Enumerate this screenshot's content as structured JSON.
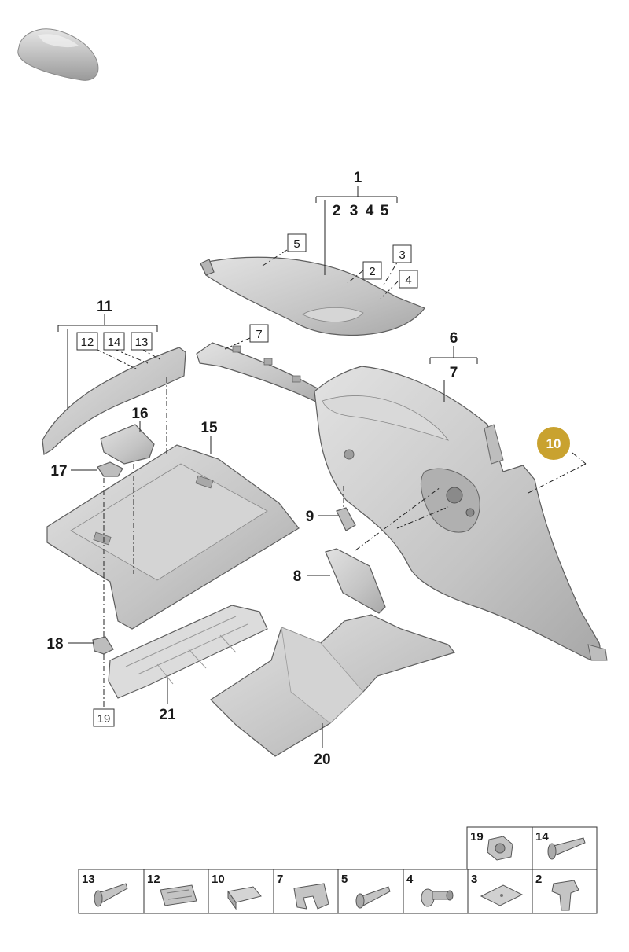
{
  "callouts": {
    "p1": "1",
    "p1_sub": [
      "2",
      "3",
      "4",
      "5"
    ],
    "p6": "6",
    "p6_sub": "7",
    "p11": "11",
    "p15": "15",
    "p16": "16",
    "p17": "17",
    "p18": "18",
    "p8": "8",
    "p9": "9",
    "p20": "20",
    "p21": "21",
    "b5": "5",
    "b3": "3",
    "b2": "2",
    "b4": "4",
    "b7": "7",
    "b12": "12",
    "b14": "14",
    "b13": "13",
    "b19": "19"
  },
  "badge": {
    "label": "10",
    "color": "#c9a22f"
  },
  "hardware_top_row": [
    "19",
    "14"
  ],
  "hardware_bottom_row": [
    "13",
    "12",
    "10",
    "7",
    "5",
    "4",
    "3",
    "2"
  ],
  "colors": {
    "part_fill": "#c9c9c9",
    "part_shadow": "#a9a9a9",
    "line": "#222222"
  }
}
